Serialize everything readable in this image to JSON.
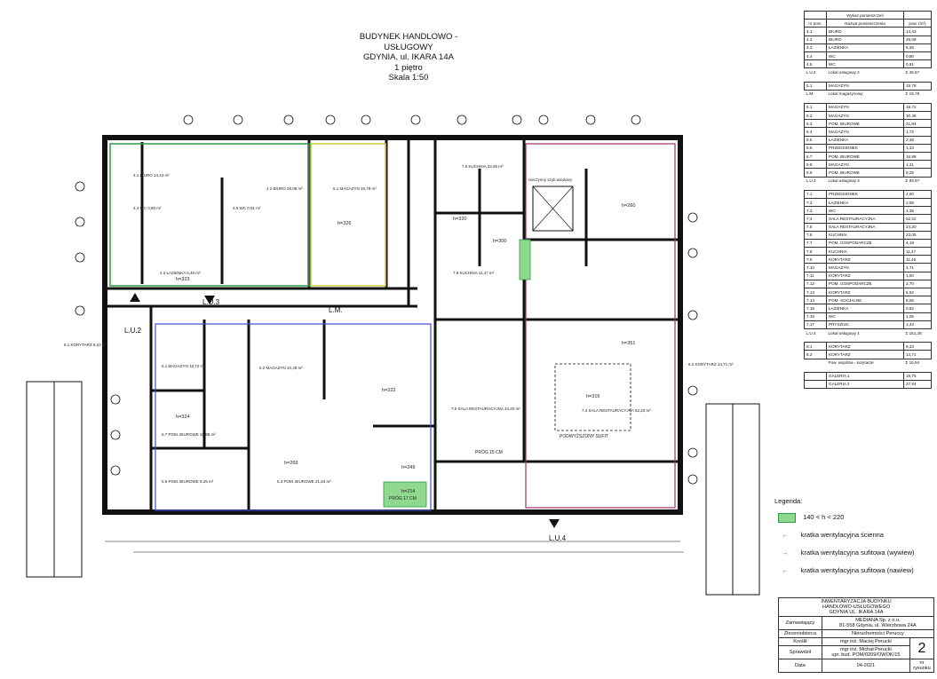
{
  "title": {
    "line1": "BUDYNEK HANDLOWO - USŁUGOWY",
    "line2": "GDYNIA, ul. IKARA 14A",
    "line3": "1 piętro",
    "line4": "Skala 1:50"
  },
  "plan_labels": {
    "lu2": "L.U.2",
    "lu3": "L.U.3",
    "lm": "L.M.",
    "lu4": "L.U.4",
    "raised_ceiling": "PODWYŻSZONY SUFIT",
    "threshold15": "PRÓG 15 CM",
    "threshold17": "PRÓG 17 CM",
    "elevator": "nieczynny szyb windowy",
    "rooms": [
      "4.1 BIURO 14,43 m²",
      "4.2 BIURO 28,08 m²",
      "4.3 ŁAZIENKA 5,46 m²",
      "4.4 WC 0,80 m²",
      "4.5 WC 0,91 m²",
      "5.1 MAGAZYN 19,78 m²",
      "6.1 MAGAZYN 18,72 m²",
      "6.2 MAGAZYN 10,48 m²",
      "6.3 POM. BIUROWE 21,84 m²",
      "6.7 POM. BIUROWE 16,98 m²",
      "6.9 POM. BIUROWE 9,25 m²",
      "7.4 SALA RESTAURACYJNA 52,22 m²",
      "7.5 SALA RESTAURACYJNA 24,20 m²",
      "7.6 KUCHNIA 23,05 m²",
      "7.8 KUCHNIA 11,47 m²",
      "8.1 KORYTARZ 9,23 m²",
      "8.2 KORYTARZ 14,71 m²"
    ],
    "heights": [
      "h=326",
      "h=323",
      "h=322",
      "h=324",
      "h=269",
      "h=316",
      "h=351",
      "h=320",
      "h=300",
      "h=260",
      "h=214",
      "h=249"
    ]
  },
  "room_table": {
    "title": "Wykaz pomieszczeń",
    "headers": [
      "nr pom.",
      "Nazwa pomieszczenia",
      "pow. (m²)"
    ],
    "groups": [
      {
        "rows": [
          [
            "4.1",
            "BIURO",
            "14,43"
          ],
          [
            "4.2",
            "BIURO",
            "28,08"
          ],
          [
            "4.3",
            "ŁAZIENKA",
            "5,46"
          ],
          [
            "4.4",
            "WC",
            "0,80"
          ],
          [
            "4.5",
            "WC",
            "0,91"
          ]
        ],
        "sum": {
          "code": "L.U.2",
          "name": "Lokal usługowy 2",
          "value": "49,67"
        }
      },
      {
        "rows": [
          [
            "5.1",
            "MAGAZYN",
            "19,78"
          ]
        ],
        "sum": {
          "code": "L.M.",
          "name": "Lokal magazynowy",
          "value": "19,78"
        }
      },
      {
        "rows": [
          [
            "6.1",
            "MAGAZYN",
            "18,72"
          ],
          [
            "6.2",
            "MAGAZYN",
            "10,48"
          ],
          [
            "6.3",
            "POM. BIUROWE",
            "21,84"
          ],
          [
            "6.4",
            "MAGAZYN",
            "1,72"
          ],
          [
            "6.5",
            "ŁAZIENKA",
            "2,48"
          ],
          [
            "6.6",
            "PRZEDSIONEK",
            "1,23"
          ],
          [
            "6.7",
            "POM. BIUROWE",
            "16,98"
          ],
          [
            "6.8",
            "MAGAZYN",
            "1,31"
          ],
          [
            "6.9",
            "POM. BIUROWE",
            "9,25"
          ]
        ],
        "sum": {
          "code": "L.U.3",
          "name": "Lokal usługowy 3",
          "value": "83,97"
        }
      },
      {
        "rows": [
          [
            "7.1",
            "PRZEDSIONEK",
            "2,60"
          ],
          [
            "7.2",
            "ŁAZIENKA",
            "2,58"
          ],
          [
            "7.3",
            "WC",
            "3,35"
          ],
          [
            "7.4",
            "SALA RESTAURACYJNA",
            "52,22"
          ],
          [
            "7.5",
            "SALA RESTAURACYJNA",
            "24,20"
          ],
          [
            "7.6",
            "KUCHNIA",
            "23,05"
          ],
          [
            "7.7",
            "POM. GOSPODARCZE",
            "4,18"
          ],
          [
            "7.8",
            "KUCHNIA",
            "11,47"
          ],
          [
            "7.9",
            "KORYTARZ",
            "11,45"
          ],
          [
            "7.10",
            "MAGAZYN",
            "1,71"
          ],
          [
            "7.11",
            "KORYTARZ",
            "1,50"
          ],
          [
            "7.12",
            "POM. GOSPODARCZE",
            "2,70"
          ],
          [
            "7.13",
            "KORYTARZ",
            "5,62"
          ],
          [
            "7.14",
            "POM. SOCJALNE",
            "8,06"
          ],
          [
            "7.15",
            "ŁAZIENKA",
            "0,82"
          ],
          [
            "7.16",
            "WC",
            "1,05"
          ],
          [
            "7.17",
            "PRYSZNIC",
            "1,43"
          ]
        ],
        "sum": {
          "code": "L.U.4",
          "name": "Lokal usługowy 4",
          "value": "151,28"
        }
      },
      {
        "rows": [
          [
            "8.1",
            "KORYTARZ",
            "9,23"
          ],
          [
            "8.2",
            "KORYTARZ",
            "14,71"
          ]
        ],
        "sum": {
          "code": "",
          "name": "Pow. wspólna - korytarze",
          "value": "19,94"
        }
      },
      {
        "rows": [
          [
            "",
            "GALERIA 1",
            "19,75"
          ],
          [
            "",
            "GALERIA 2",
            "27,84"
          ]
        ],
        "sum": null
      }
    ]
  },
  "legend": {
    "title": "Legenda:",
    "items": [
      "140 < h < 220",
      "kratka wentylacyjna ścienna",
      "kratka wentylacyjna sufitowa (wywiew)",
      "kratka wentylacyjna sufitowa (nawiew)"
    ]
  },
  "title_block": {
    "project": [
      "INWENTARYZACJA BUDYNKU",
      "HANDLOWO-USŁUGOWEGO",
      "GDYNIA UL. IKARA 14A"
    ],
    "client_label": "Zamawiający",
    "client": [
      "MEDIANA Sp. z o.o.",
      "81-558 Gdynia, ul. Wierzbowa 24A"
    ],
    "contractor_label": "Zleceniobiorca",
    "contractor": "Nieruchomości Peruccy",
    "drawn_label": "Kreślił",
    "drawn": "mgr inż. Maciej Perucki",
    "checked_label": "Sprawdził",
    "checked": [
      "mgr inż. Michał Perucki",
      "upr. bud. POM/0209/OWOK/15"
    ],
    "date_label": "Data",
    "date": "04-2021",
    "sheet_label": "nr rysunku",
    "sheet": "2"
  },
  "colors": {
    "green": "#2e9a4a",
    "yellow": "#d8c83a",
    "purple": "#a0306a",
    "blue": "#3b4fd0",
    "hatch": "#8fd88f"
  }
}
